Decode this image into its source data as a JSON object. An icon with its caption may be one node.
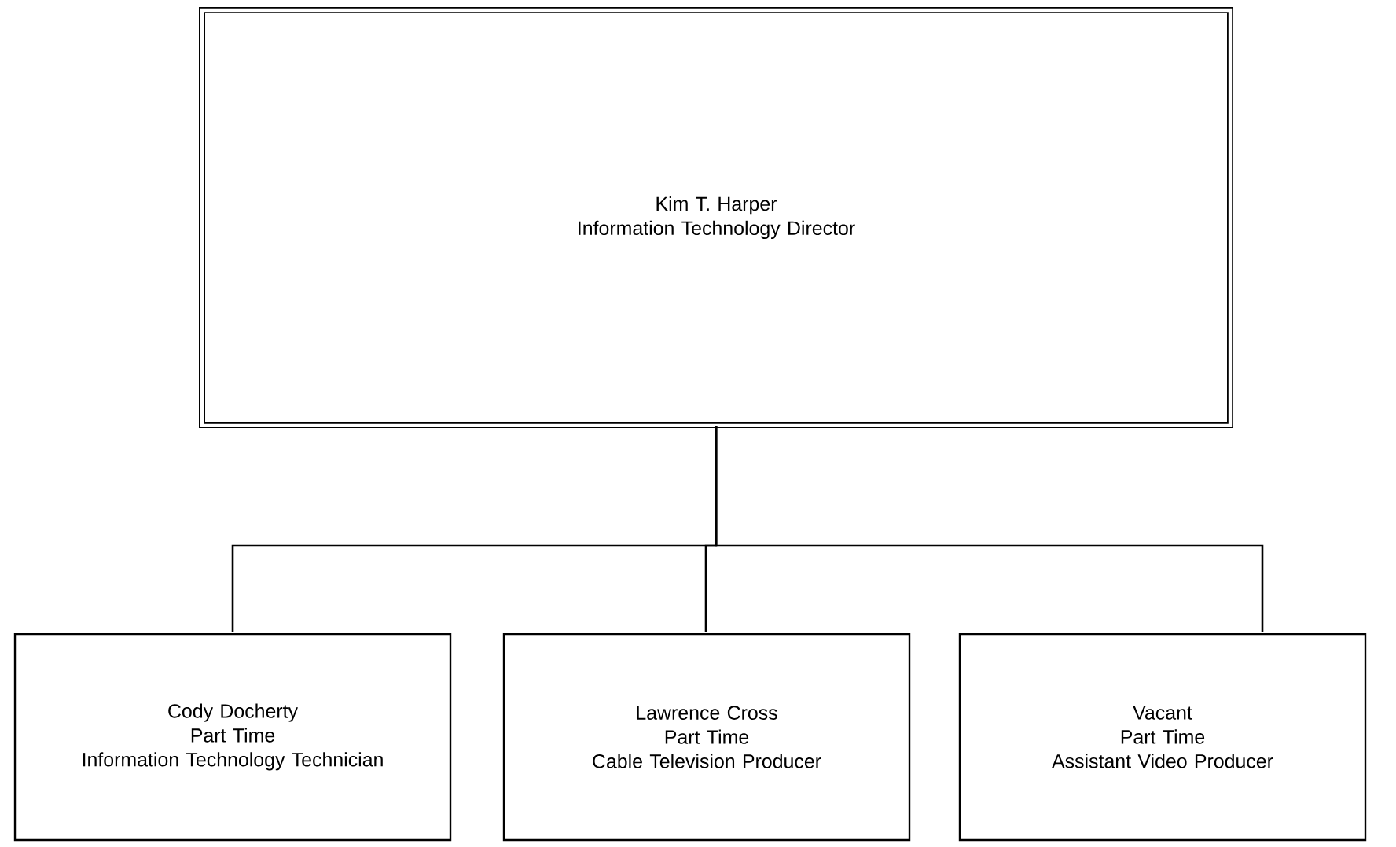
{
  "diagram": {
    "nodes": [
      {
        "text": [
          "Kim T. Harper",
          "Information Technology Director"
        ]
      },
      {
        "text": [
          "Cody Docherty",
          "Part Time",
          "Information Technology Technician"
        ]
      },
      {
        "text": [
          "Lawrence Cross",
          "Part Time",
          "Cable Television Producer"
        ]
      },
      {
        "text": [
          "Vacant",
          "Part Time",
          "Assistant Video Producer"
        ]
      }
    ],
    "edges": [
      {
        "from": 0,
        "to": 1,
        "arrow": "none"
      },
      {
        "from": 0,
        "to": 2,
        "arrow": "none"
      },
      {
        "from": 0,
        "to": 3,
        "arrow": "none"
      }
    ]
  }
}
